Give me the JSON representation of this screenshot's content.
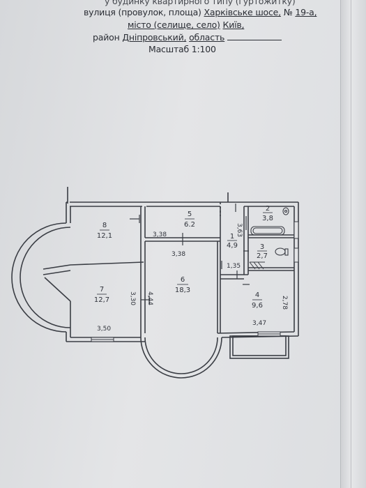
{
  "header": {
    "line0": "у будинку квартирного типу (гуртожитку)",
    "line1_prefix": "вулиця (провулок, площа)",
    "line1_street": "Харківське шосе,",
    "line1_no_label": "№",
    "line1_no": "19-а,",
    "line2_prefix": "місто (селище, село)",
    "line2_city": "Київ,",
    "line3_prefix": "район",
    "line3_district": "Дніпровський,",
    "line3_region": "область",
    "line4": "Масштаб 1:100"
  },
  "plan": {
    "rooms": [
      {
        "num": "8",
        "area": "12,1"
      },
      {
        "num": "7",
        "area": "12,7"
      },
      {
        "num": "5",
        "area": "6.2"
      },
      {
        "num": "6",
        "area": "18,3"
      },
      {
        "num": "1",
        "area": "4,9"
      },
      {
        "num": "2",
        "area": "3,8"
      },
      {
        "num": "3",
        "area": "2,7"
      },
      {
        "num": "4",
        "area": "9,6"
      }
    ],
    "dimensions": {
      "d_3_38_a": "3,38",
      "d_3_38_b": "3,38",
      "d_4_44": "4,44",
      "d_3_30": "3,30",
      "d_3_50": "3,50",
      "d_3_63": "3,63",
      "d_1_35": "1,35",
      "d_2_78": "2,78",
      "d_3_47": "3,47"
    }
  }
}
